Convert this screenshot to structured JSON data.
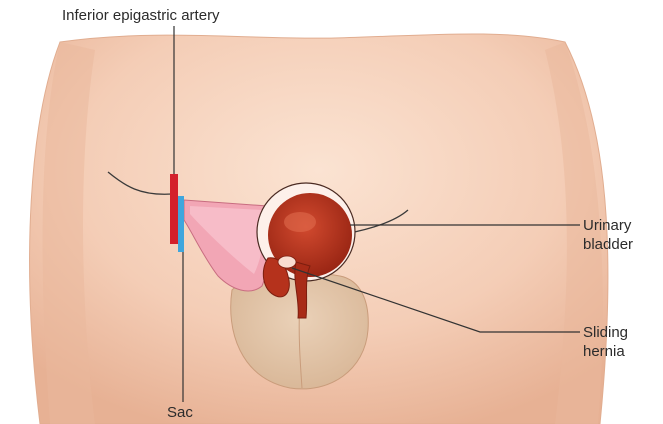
{
  "labels": {
    "inferior_epigastric_artery": "Inferior epigastric artery",
    "urinary_bladder": [
      "Urinary",
      "bladder"
    ],
    "sliding_hernia": [
      "Sliding",
      "hernia"
    ],
    "sac": "Sac"
  },
  "colors": {
    "skin": "#f6d5c0",
    "skin_shadow": "#e8b89c",
    "bladder": "#b8321d",
    "bladder_dark": "#8e2412",
    "hernia_sac": "#f1a7b4",
    "artery": "#d4202b",
    "sac_marker": "#3fa6dd",
    "leader_line": "#333333"
  }
}
